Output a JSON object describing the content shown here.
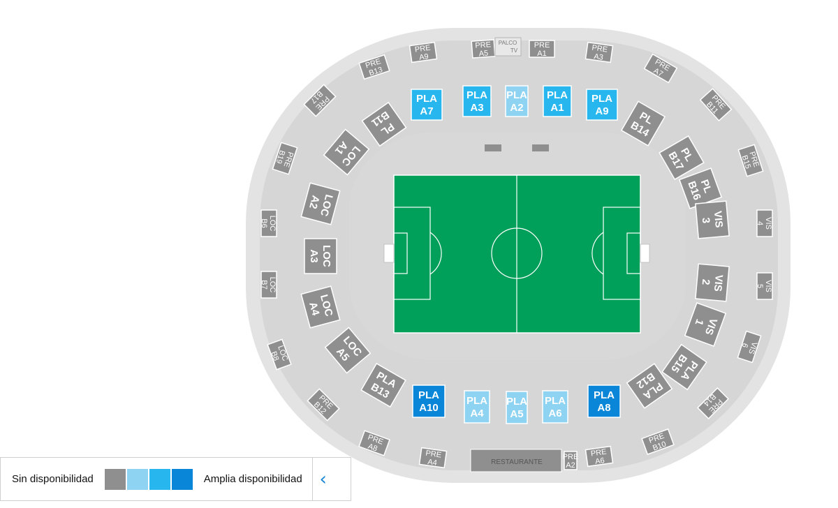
{
  "colors": {
    "none": "#8f8f8f",
    "low": "#8ed3f1",
    "mid": "#27b6ee",
    "high": "#0a86d8",
    "pitch": "#00a05a"
  },
  "map": {
    "palco_tv": [
      "PALCO",
      "TV"
    ],
    "restaurante": "RESTAURANTE",
    "sectors": [
      {
        "label": [
          "PRE",
          "A9"
        ],
        "status": "none"
      },
      {
        "label": [
          "PRE",
          "A5"
        ],
        "status": "none"
      },
      {
        "label": [
          "PRE",
          "A1"
        ],
        "status": "none"
      },
      {
        "label": [
          "PRE",
          "A3"
        ],
        "status": "none"
      },
      {
        "label": [
          "PRE",
          "A7"
        ],
        "status": "none"
      },
      {
        "label": [
          "PRE",
          "B11"
        ],
        "status": "none"
      },
      {
        "label": [
          "PRE",
          "B15"
        ],
        "status": "none"
      },
      {
        "label": [
          "VIS",
          "4"
        ],
        "status": "none"
      },
      {
        "label": [
          "VIS",
          "5"
        ],
        "status": "none"
      },
      {
        "label": [
          "VIS",
          "6"
        ],
        "status": "none"
      },
      {
        "label": [
          "PRE",
          "B14"
        ],
        "status": "none"
      },
      {
        "label": [
          "PRE",
          "B10"
        ],
        "status": "none"
      },
      {
        "label": [
          "PRE",
          "A6"
        ],
        "status": "none"
      },
      {
        "label": [
          "PRE",
          "A2"
        ],
        "status": "none"
      },
      {
        "label": [
          "PRE",
          "A4"
        ],
        "status": "none"
      },
      {
        "label": [
          "PRE",
          "A8"
        ],
        "status": "none"
      },
      {
        "label": [
          "PRE",
          "B12"
        ],
        "status": "none"
      },
      {
        "label": [
          "LOC",
          "B8"
        ],
        "status": "none"
      },
      {
        "label": [
          "LOC",
          "B7"
        ],
        "status": "none"
      },
      {
        "label": [
          "LOC",
          "B6"
        ],
        "status": "none"
      },
      {
        "label": [
          "PRE",
          "B19"
        ],
        "status": "none"
      },
      {
        "label": [
          "PRE",
          "B17"
        ],
        "status": "none"
      },
      {
        "label": [
          "PRE",
          "B13"
        ],
        "status": "none"
      },
      {
        "label": [
          "PLA",
          "A7"
        ],
        "status": "mid"
      },
      {
        "label": [
          "PLA",
          "A3"
        ],
        "status": "mid"
      },
      {
        "label": [
          "PLA",
          "A2"
        ],
        "status": "low"
      },
      {
        "label": [
          "PLA",
          "A1"
        ],
        "status": "mid"
      },
      {
        "label": [
          "PLA",
          "A9"
        ],
        "status": "mid"
      },
      {
        "label": [
          "PL",
          "B14"
        ],
        "status": "none"
      },
      {
        "label": [
          "PL",
          "B17"
        ],
        "status": "none"
      },
      {
        "label": [
          "PL",
          "B16"
        ],
        "status": "none"
      },
      {
        "label": [
          "VIS",
          "3"
        ],
        "status": "none"
      },
      {
        "label": [
          "VIS",
          "2"
        ],
        "status": "none"
      },
      {
        "label": [
          "VIS",
          "1"
        ],
        "status": "none"
      },
      {
        "label": [
          "PLA",
          "B15"
        ],
        "status": "none"
      },
      {
        "label": [
          "PLA",
          "B12"
        ],
        "status": "none"
      },
      {
        "label": [
          "PLA",
          "A8"
        ],
        "status": "high"
      },
      {
        "label": [
          "PLA",
          "A6"
        ],
        "status": "low"
      },
      {
        "label": [
          "PLA",
          "A5"
        ],
        "status": "low"
      },
      {
        "label": [
          "PLA",
          "A4"
        ],
        "status": "low"
      },
      {
        "label": [
          "PLA",
          "A10"
        ],
        "status": "high"
      },
      {
        "label": [
          "PLA",
          "B13"
        ],
        "status": "none"
      },
      {
        "label": [
          "LOC",
          "A5"
        ],
        "status": "none"
      },
      {
        "label": [
          "LOC",
          "A4"
        ],
        "status": "none"
      },
      {
        "label": [
          "LOC",
          "A3"
        ],
        "status": "none"
      },
      {
        "label": [
          "LOC",
          "A2"
        ],
        "status": "none"
      },
      {
        "label": [
          "LOC",
          "A1"
        ],
        "status": "none"
      },
      {
        "label": [
          "PL",
          "B11"
        ],
        "status": "none"
      }
    ]
  },
  "legend": {
    "left_label": "Sin disponibilidad",
    "right_label": "Amplia disponibilidad",
    "swatches": [
      "none",
      "low",
      "mid",
      "high"
    ],
    "toggle_icon": "chevron-left-icon",
    "toggle_glyph": "‹"
  }
}
